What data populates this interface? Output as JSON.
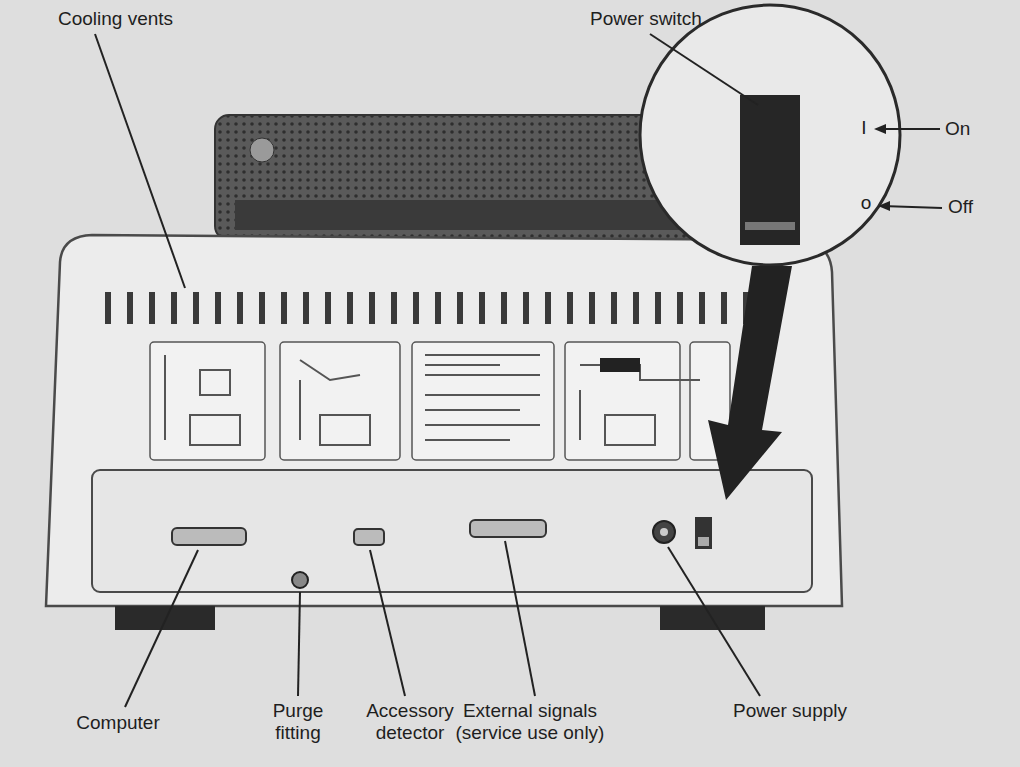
{
  "diagram": {
    "labels": [
      "Cooling vents",
      "Power switch",
      "I",
      "On",
      "o",
      "Off",
      "Computer",
      "Purge fitting",
      "Accessory detector",
      "External signals (service use only)",
      "Power supply"
    ]
  }
}
